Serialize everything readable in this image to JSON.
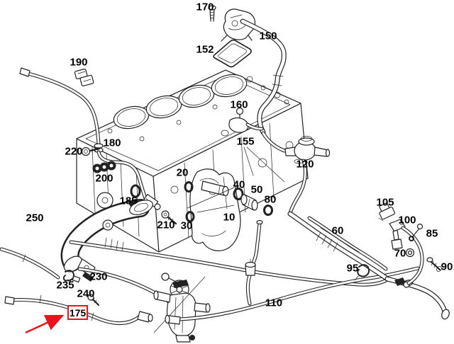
{
  "diagram": {
    "type": "exploded-parts-diagram",
    "subject": "engine cooling hoses and lines",
    "background_color": "#ffffff",
    "line_color": "#222222",
    "highlight_color": "#e8131b",
    "parts": {
      "10": "10",
      "20": "20",
      "30": "30",
      "40": "40",
      "50": "50",
      "60": "60",
      "70": "70",
      "80": "80",
      "85": "85",
      "90": "90",
      "95": "95",
      "100": "100",
      "105": "105",
      "110": "110",
      "120": "120",
      "150": "150",
      "152": "152",
      "155": "155",
      "160": "160",
      "170": "170",
      "180": "180",
      "185": "185",
      "190": "190",
      "200": "200",
      "210": "210",
      "220": "220",
      "230": "230",
      "235": "235",
      "240": "240",
      "250": "250"
    },
    "highlight": {
      "part": "175",
      "marker": "red-box-with-arrow"
    }
  }
}
